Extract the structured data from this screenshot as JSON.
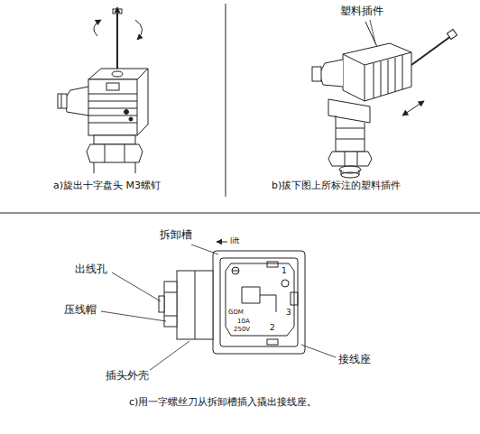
{
  "diagram": {
    "labels": [
      "塑料插件",
      "a)旋出十字盘头 M3螺钉",
      "b)拔下图上所标注的塑料插件",
      "拆卸槽",
      "lift",
      "1",
      "3",
      "2",
      "GDM",
      "10A",
      "250V",
      "出线孔",
      "压线帽",
      "插头外壳",
      "接线座",
      "c)用一字螺丝刀从拆卸槽插入撬出接线座。"
    ]
  }
}
